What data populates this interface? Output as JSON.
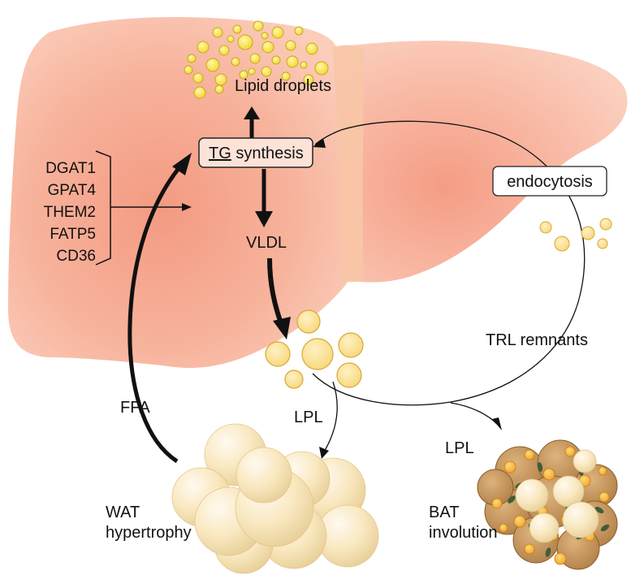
{
  "liver": {
    "lipid_droplets_label": "Lipid droplets",
    "tg_synthesis": {
      "prefix": "TG",
      "suffix": " synthesis"
    },
    "genes": [
      "DGAT1",
      "GPAT4",
      "THEM2",
      "FATP5",
      "CD36"
    ],
    "vldl_label": "VLDL",
    "endocytosis_label": "endocytosis"
  },
  "circulation": {
    "trl_remnants_label": "TRL remnants",
    "lpl_wat_label": "LPL",
    "lpl_bat_label": "LPL",
    "ffa_label": "FFA"
  },
  "tissues": {
    "wat_label_line1": "WAT",
    "wat_label_line2": "hypertrophy",
    "bat_label_line1": "BAT",
    "bat_label_line2": "involution"
  },
  "colors": {
    "liver_fill": "#f6b8a3",
    "liver_dark": "#f29b84",
    "droplet_fill": "#f7e25a",
    "lipoprotein_fill": "#fbe08f",
    "adipocyte_fill": "#f9e6b6",
    "bat_fill": "#c9985e",
    "mitochondria": "#3f5d3a"
  }
}
